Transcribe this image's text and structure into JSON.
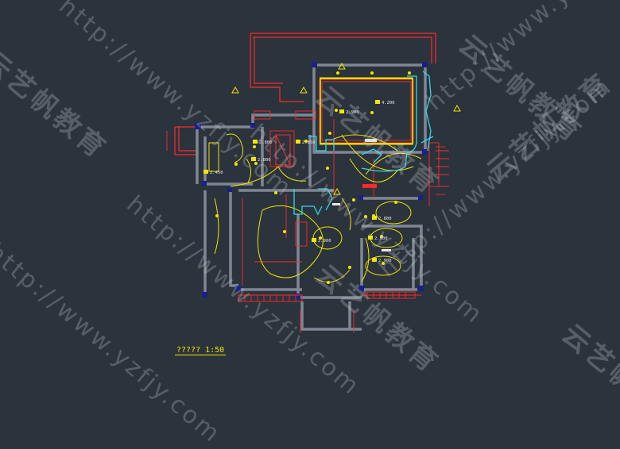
{
  "drawing": {
    "scale_label": "????? 1:50",
    "colors": {
      "background": "#2b333c",
      "wall": "#7f8794",
      "red": "#ff2a2a",
      "yellow": "#f2e600",
      "cyan": "#34d6e8",
      "white": "#e8e8e8"
    },
    "level_marks": [
      "2.450",
      "2.800",
      "2.800",
      "2.850",
      "4.200",
      "2.900",
      "2.800",
      "2.900",
      "2.900",
      "2.900"
    ]
  },
  "watermarks": {
    "url": "http://www.yzfjy.com",
    "brand": "云艺帆教育"
  }
}
